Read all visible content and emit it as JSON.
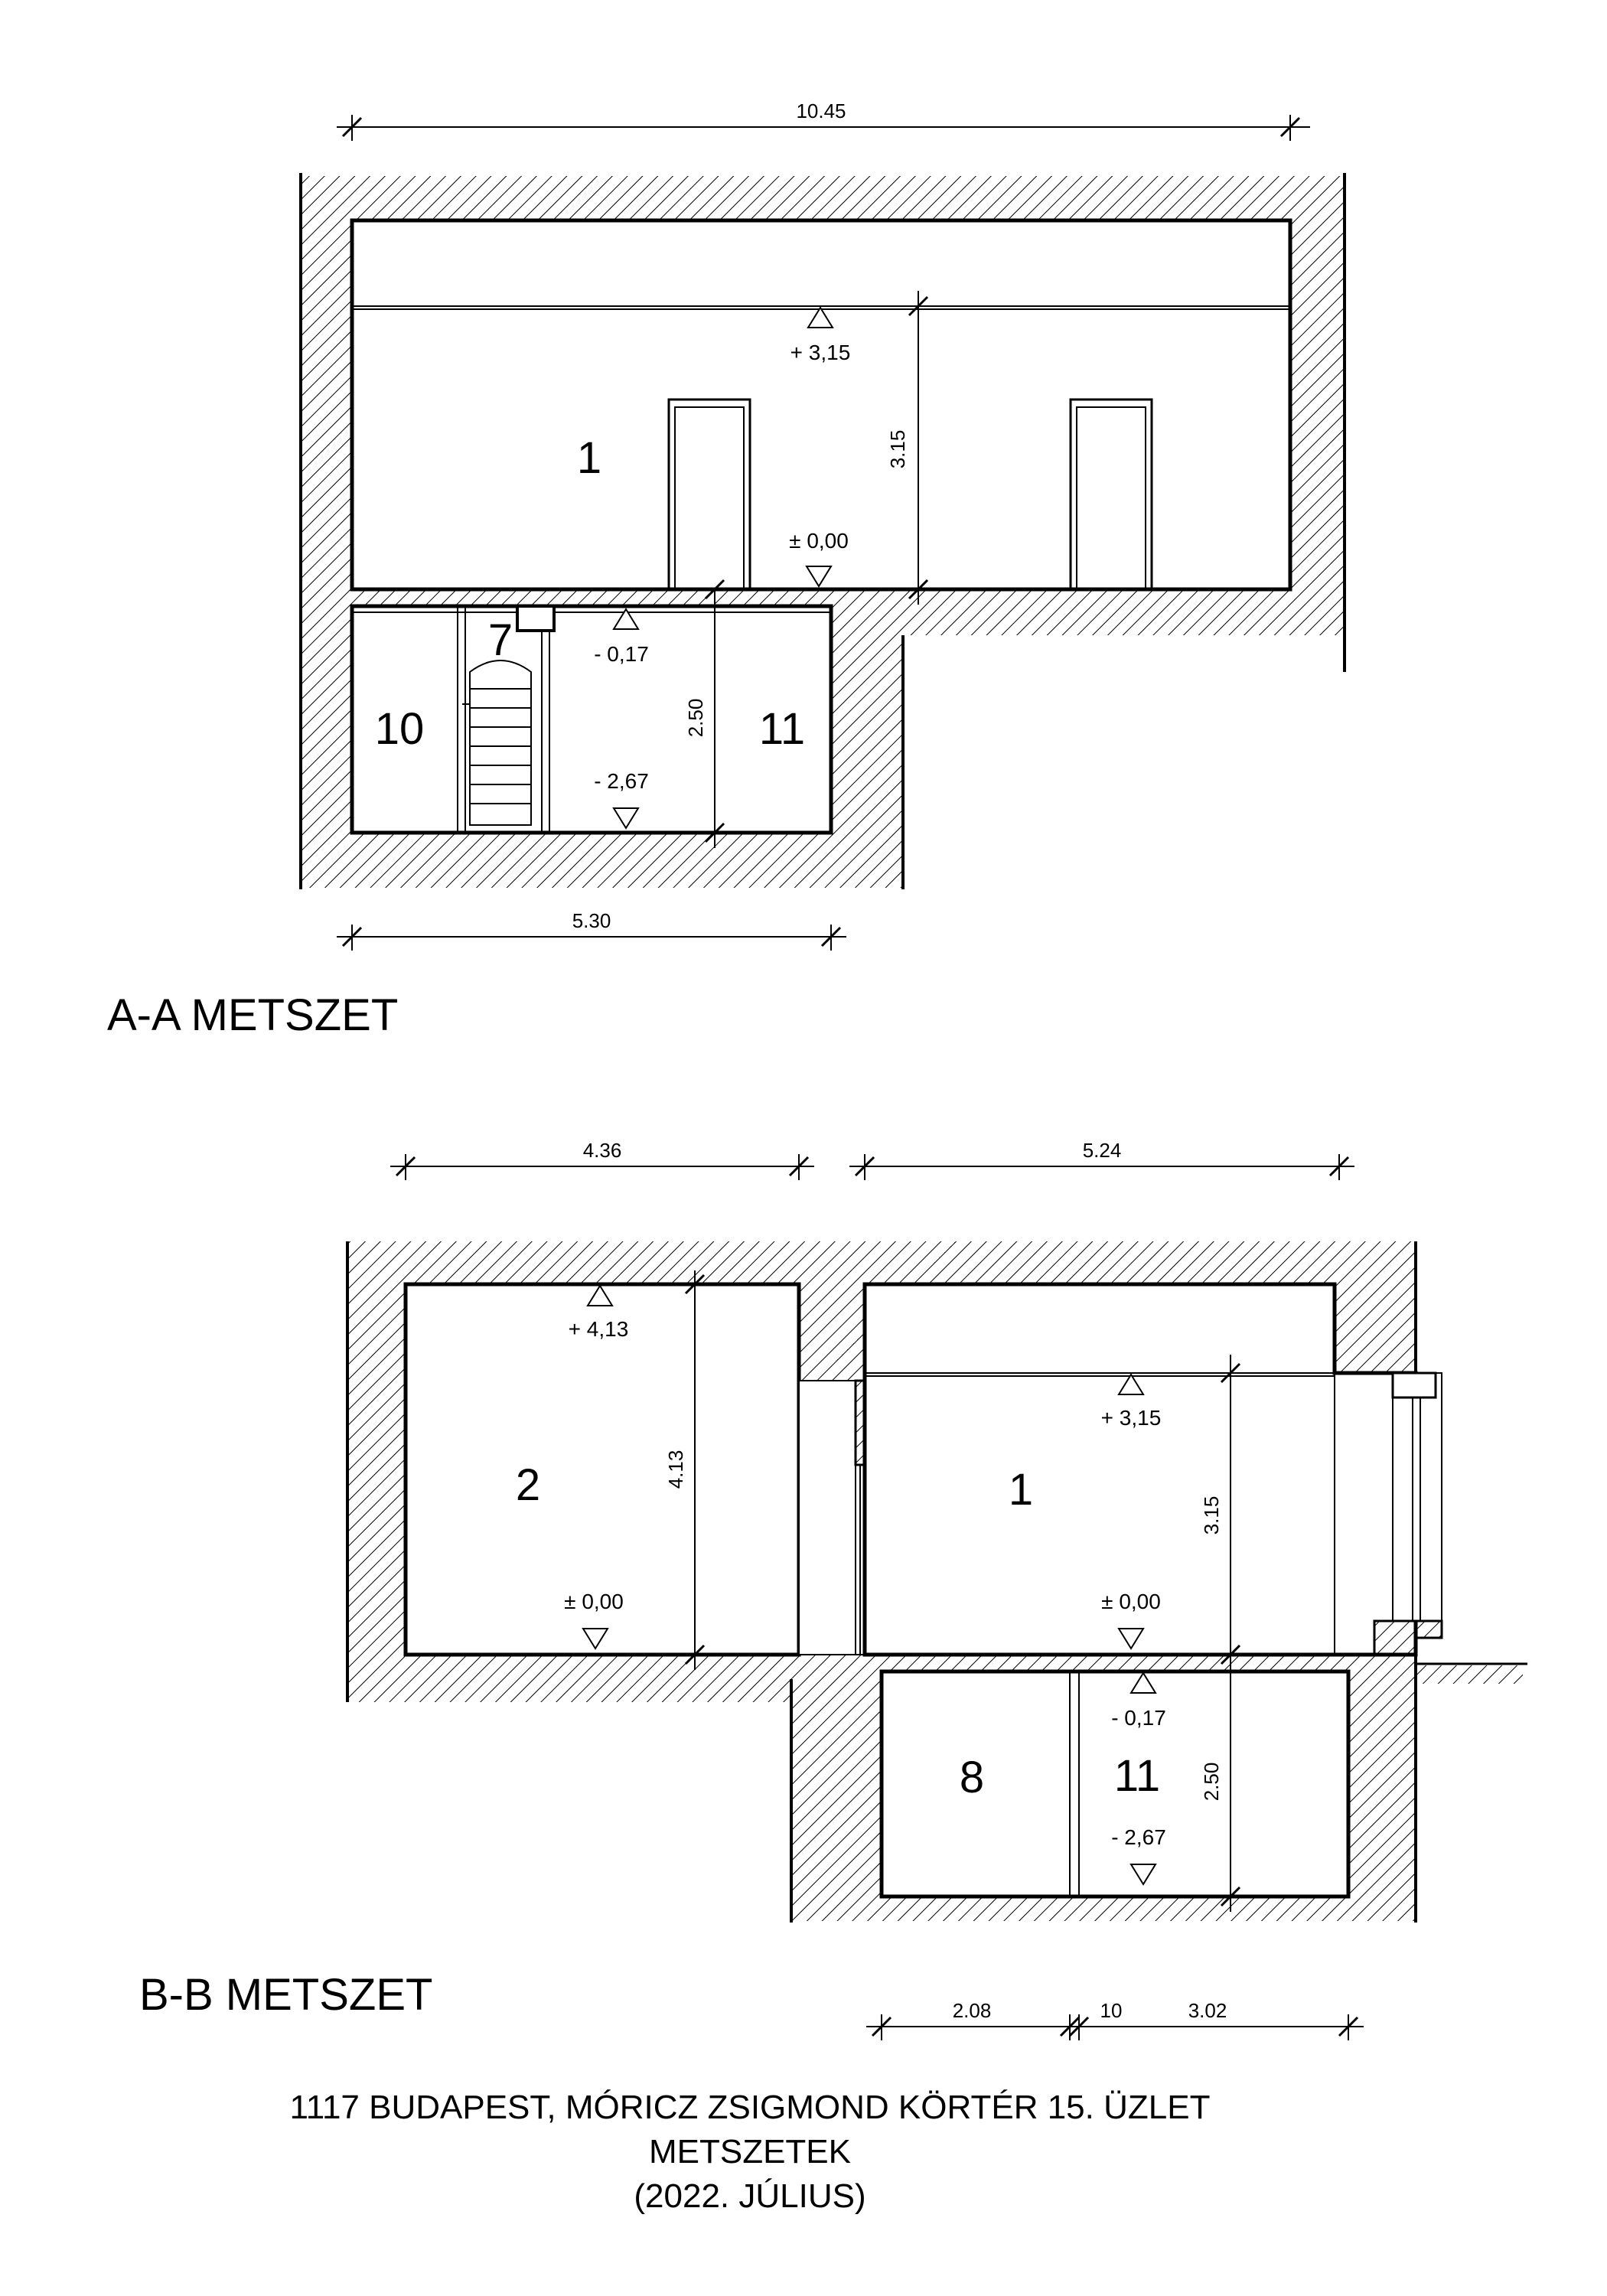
{
  "section_a": {
    "title": "A-A METSZET",
    "dim_top": "10.45",
    "dim_bottom": "5.30",
    "dim_height_upper": "3.15",
    "dim_height_lower": "2.50",
    "levels": {
      "upper_ceiling": "+ 3,15",
      "upper_floor": "± 0,00",
      "lower_top": "- 0,17",
      "lower_floor": "- 2,67"
    },
    "rooms": {
      "main": "1",
      "stair": "7",
      "left": "10",
      "right": "11"
    }
  },
  "section_b": {
    "title": "B-B METSZET",
    "dim_top_left": "4.36",
    "dim_top_right": "5.24",
    "dim_bottom_a": "2.08",
    "dim_bottom_b": "10",
    "dim_bottom_c": "3.02",
    "dim_height_left": "4.13",
    "dim_height_right": "3.15",
    "dim_height_lower": "2.50",
    "levels": {
      "left_ceiling": "+ 4,13",
      "left_floor": "± 0,00",
      "right_ceiling": "+ 3,15",
      "right_floor": "± 0,00",
      "lower_top": "- 0,17",
      "lower_floor": "- 2,67"
    },
    "rooms": {
      "left": "2",
      "right": "1",
      "lower_left": "8",
      "lower_right": "11"
    }
  },
  "footer": {
    "line1": "1117 BUDAPEST,  MÓRICZ ZSIGMOND KÖRTÉR 15. ÜZLET",
    "line2": "METSZETEK",
    "line3": "(2022. JÚLIUS)"
  }
}
